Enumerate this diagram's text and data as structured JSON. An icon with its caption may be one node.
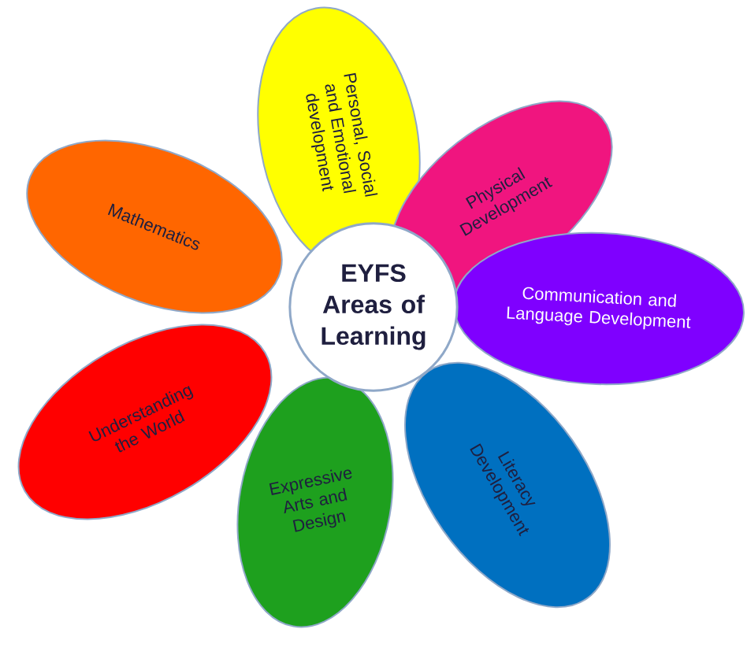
{
  "diagram": {
    "nodes": [
      {
        "text": [
          "EYFS Areas of Learning"
        ]
      },
      {
        "text": [
          "Personal, Social and Emotional development"
        ]
      },
      {
        "text": [
          "Physical Development"
        ]
      },
      {
        "text": [
          "Communication and Language Development"
        ]
      },
      {
        "text": [
          "Literacy Development"
        ]
      },
      {
        "text": [
          "Expressive Arts and Design"
        ]
      },
      {
        "text": [
          "Understanding the World"
        ]
      },
      {
        "text": [
          "Mathematics"
        ]
      }
    ]
  }
}
